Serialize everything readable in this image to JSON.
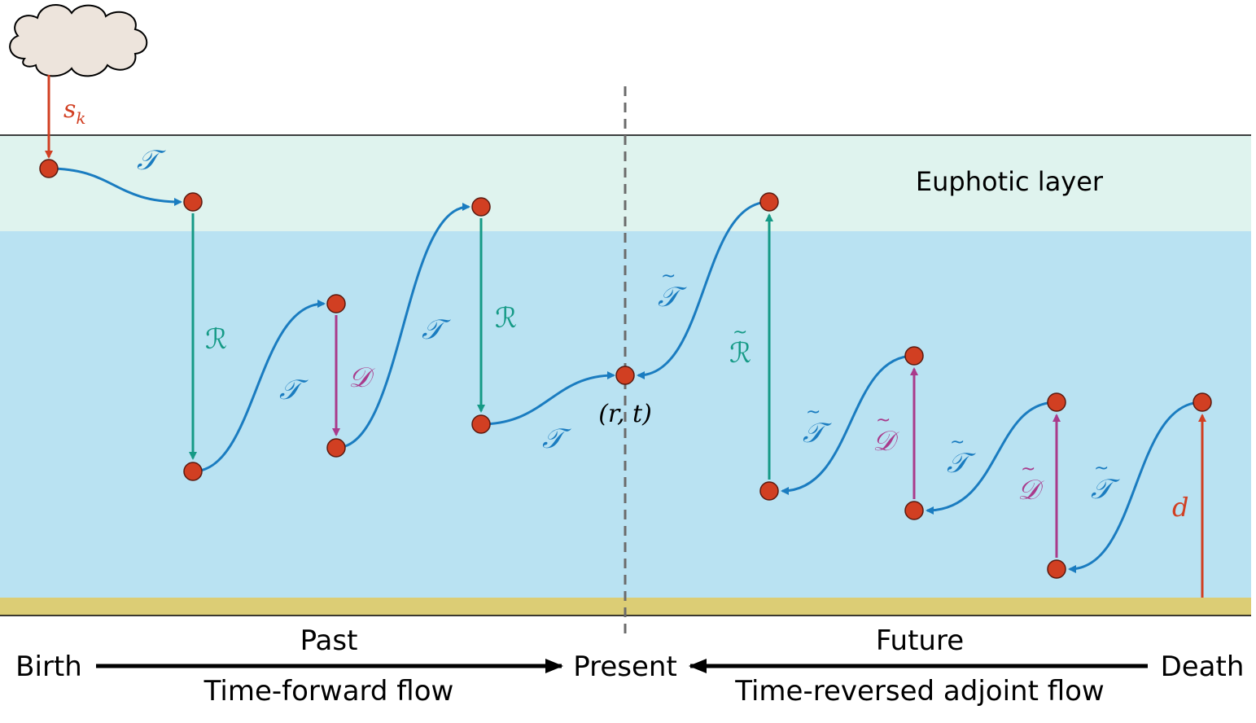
{
  "colors": {
    "euphotic": "#dff3ee",
    "water": "#b9e2f2",
    "sediment": "#dccd75",
    "transport": "#1a7cc0",
    "remin": "#159a86",
    "decay": "#a93a8b",
    "source": "#d13f22",
    "node_fill": "#d13f22",
    "node_stroke": "#5a1a10",
    "cloud": "#ede4dc",
    "dashed": "#6b6b6b",
    "black": "#000000"
  },
  "icons": {
    "cloud": "cloud-icon"
  },
  "labels": {
    "euphotic_layer": "Euphotic layer",
    "source": "s",
    "source_sub": "k",
    "death": "d",
    "present_point": "(r, t)",
    "T": "𝒯",
    "R": "ℛ",
    "D": "𝒟",
    "tilde": "~"
  },
  "timeline": {
    "birth": "Birth",
    "present": "Present",
    "death": "Death",
    "past": "Past",
    "future": "Future",
    "forward_flow": "Time-forward flow",
    "reversed_flow": "Time-reversed adjoint flow"
  }
}
